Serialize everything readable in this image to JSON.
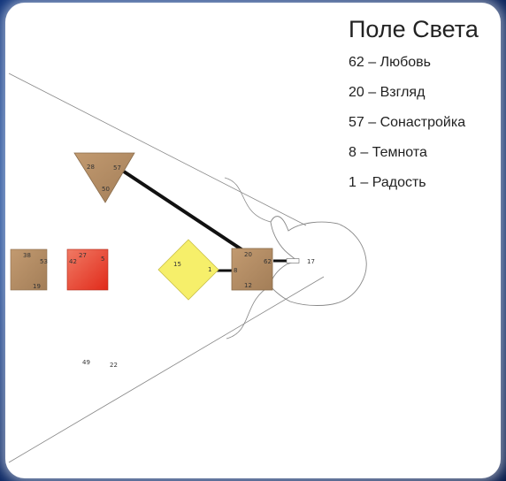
{
  "legend": {
    "title": "Поле Света",
    "items": [
      "62 – Любовь",
      "20 – Взгляд",
      "57 – Сонастройка",
      "8 – Темнота",
      "1 – Радость"
    ]
  },
  "shapes": {
    "triangle": {
      "n1": "28",
      "n2": "57",
      "n3": "50"
    },
    "center_square": {
      "n1": "20",
      "n2": "62",
      "n3": "8",
      "n4": "12",
      "outside": "17"
    },
    "diamond": {
      "n1": "15",
      "n2": "1"
    },
    "left_square": {
      "n1": "38",
      "n2": "53",
      "n3": "19"
    },
    "red_square": {
      "n1": "27",
      "n2": "42",
      "n3": "5"
    },
    "loose": {
      "n1": "49",
      "n2": "22"
    }
  },
  "colors": {
    "brown": "#b08a63",
    "yellow": "#f6ef6a",
    "red": "#ee4030",
    "background": "#123a86"
  }
}
